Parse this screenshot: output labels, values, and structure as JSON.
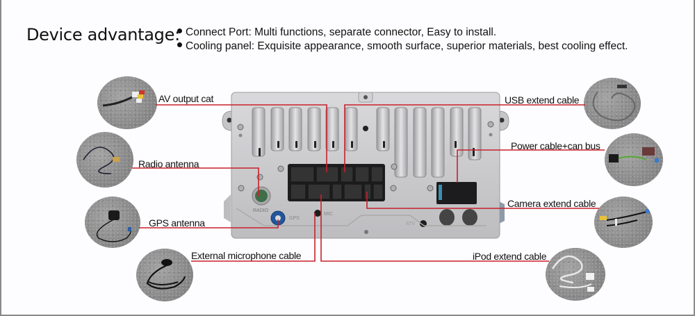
{
  "header": {
    "title": "Device advantage:",
    "bullets": [
      "Connect Port: Multi functions, separate connector, Easy to install.",
      "Cooling panel: Exquisite appearance, smooth surface, superior materials, best cooling effect."
    ]
  },
  "device": {
    "port_labels": {
      "radio": "RADIO",
      "gps": "GPS",
      "mic": "MIC",
      "atv": "ATV"
    }
  },
  "callouts": {
    "left": [
      {
        "label": "AV output cat",
        "photo": "av-output-cable-photo"
      },
      {
        "label": "Radio antenna",
        "photo": "radio-antenna-photo"
      },
      {
        "label": "GPS antenna",
        "photo": "gps-antenna-photo"
      },
      {
        "label": "External microphone cable",
        "photo": "microphone-photo"
      }
    ],
    "right": [
      {
        "label": "USB extend cable",
        "photo": "usb-cable-photo"
      },
      {
        "label": "Power cable+can bus",
        "photo": "power-cable-photo"
      },
      {
        "label": "Camera extend cable",
        "photo": "camera-cable-photo"
      },
      {
        "label": "iPod extend cable",
        "photo": "ipod-cable-photo"
      }
    ]
  },
  "colors": {
    "leader_line": "#c8202a",
    "device_body": "#c9c9cb",
    "background": "#fdfcfe"
  }
}
